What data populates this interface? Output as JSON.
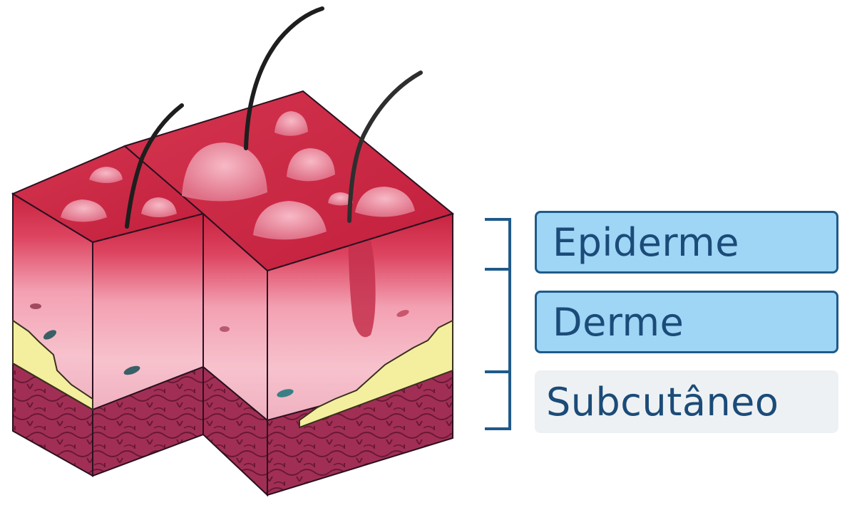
{
  "labels": {
    "epiderme": "Epiderme",
    "derme": "Derme",
    "subcutaneo": "Subcutâneo"
  },
  "colors": {
    "label_fill": "#9fd5f5",
    "label_plain_fill": "#eef1f3",
    "label_text": "#1b4b78",
    "bracket": "#1f5a8a",
    "epidermis_red": "#d8314e",
    "dermis_pink": "#f1a6b7",
    "fat_yellow": "#f2ee9a",
    "subcutis_maroon": "#9e2d52",
    "hair": "#1e1e1e"
  }
}
